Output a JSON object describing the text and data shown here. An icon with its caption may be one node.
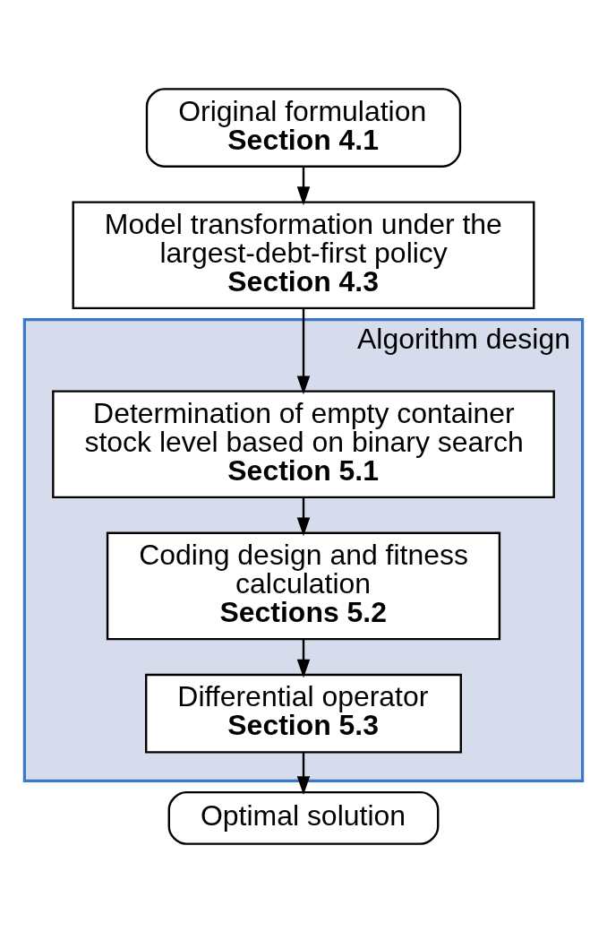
{
  "diagram": {
    "nodes": [
      {
        "text": [
          "Original formulation",
          "Section 4.1"
        ]
      },
      {
        "text": [
          "Model transformation under the largest-debt-first policy",
          "Section 4.3"
        ]
      },
      {
        "text": [
          "Algorithm design"
        ]
      },
      {
        "text": [
          "Determination of empty container stock level based on binary search",
          "Section 5.1"
        ],
        "in": 2
      },
      {
        "text": [
          "Coding design and fitness calculation",
          "Sections 5.2"
        ],
        "in": 2
      },
      {
        "text": [
          "Differential operator",
          "Section 5.3"
        ],
        "in": 2
      },
      {
        "text": [
          "Optimal solution"
        ]
      }
    ],
    "edges": [
      {
        "from": 0,
        "to": 1,
        "arrow": "to"
      },
      {
        "from": 1,
        "to": 3,
        "arrow": "to"
      },
      {
        "from": 3,
        "to": 4,
        "arrow": "to"
      },
      {
        "from": 4,
        "to": 5,
        "arrow": "to"
      },
      {
        "from": 5,
        "to": 6,
        "arrow": "to"
      }
    ]
  }
}
